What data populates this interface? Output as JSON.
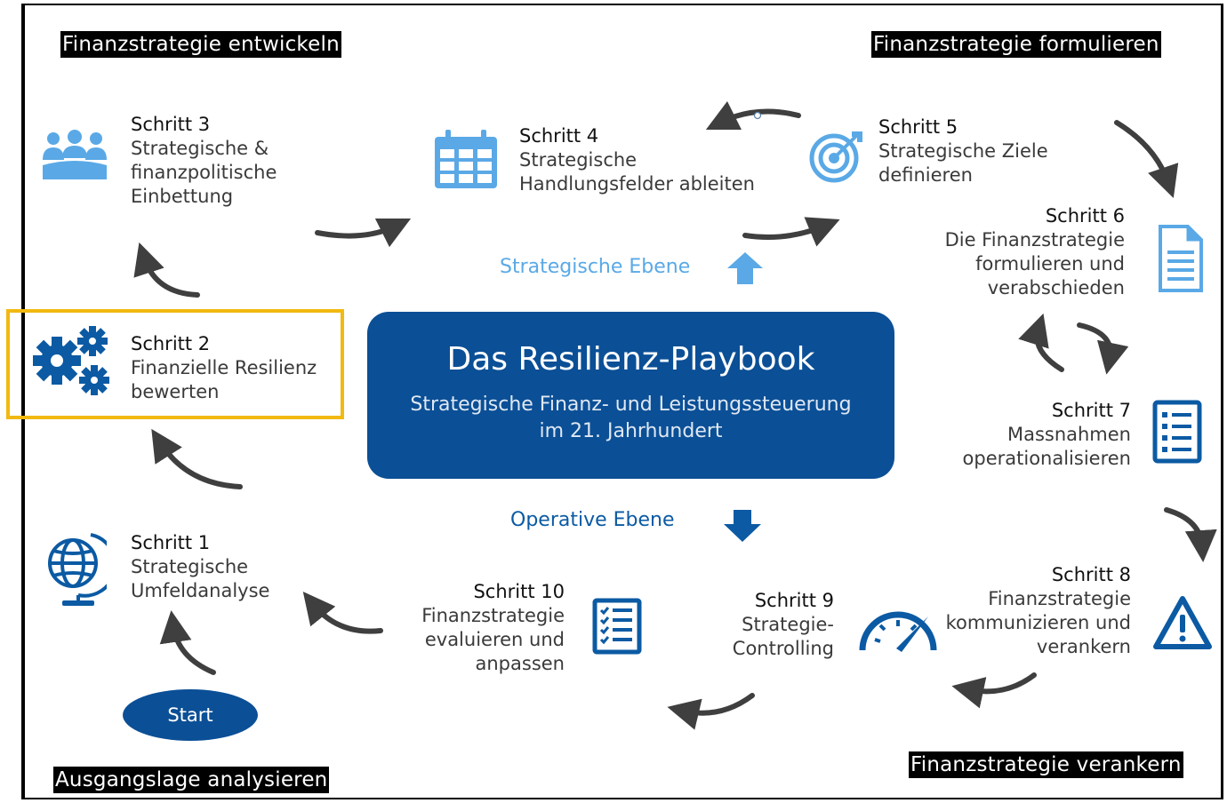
{
  "phases": {
    "develop": "Finanzstrategie entwickeln",
    "formulate": "Finanzstrategie formulieren",
    "analyze": "Ausgangslage analysieren",
    "anchor": "Finanzstrategie verankern"
  },
  "center": {
    "title": "Das Resilienz-Playbook",
    "subtitle_line1": "Strategische Finanz- und Leistungssteuerung",
    "subtitle_line2": "im 21. Jahrhundert"
  },
  "levels": {
    "strategic": "Strategische Ebene",
    "operative": "Operative Ebene"
  },
  "start_label": "Start",
  "steps": {
    "s1": {
      "num": "Schritt 1",
      "l1": "Strategische",
      "l2": "Umfeldanalyse",
      "icon": "globe-icon"
    },
    "s2": {
      "num": "Schritt 2",
      "l1": "Finanzielle Resilienz",
      "l2": "bewerten",
      "icon": "gears-icon"
    },
    "s3": {
      "num": "Schritt 3",
      "l1": "Strategische &",
      "l2": "finanzpolitische",
      "l3": "Einbettung",
      "icon": "group-icon"
    },
    "s4": {
      "num": "Schritt 4",
      "l1": "Strategische",
      "l2": "Handlungsfelder ableiten",
      "icon": "calendar-icon"
    },
    "s5": {
      "num": "Schritt 5",
      "l1": "Strategische Ziele",
      "l2": "definieren",
      "icon": "target-icon"
    },
    "s6": {
      "num": "Schritt 6",
      "l1": "Die Finanzstrategie",
      "l2": "formulieren und",
      "l3": "verabschieden",
      "icon": "document-icon"
    },
    "s7": {
      "num": "Schritt 7",
      "l1": "Massnahmen",
      "l2": "operationalisieren",
      "icon": "checklist-icon"
    },
    "s8": {
      "num": "Schritt 8",
      "l1": "Finanzstrategie",
      "l2": "kommunizieren und",
      "l3": "verankern",
      "icon": "warning-icon"
    },
    "s9": {
      "num": "Schritt 9",
      "l1": "Strategie-",
      "l2": "Controlling",
      "icon": "speedometer-icon"
    },
    "s10": {
      "num": "Schritt 10",
      "l1": "Finanzstrategie",
      "l2": "evaluieren und",
      "l3": "anpassen",
      "icon": "tasklist-icon"
    }
  },
  "colors": {
    "dark_blue": "#0b4f96",
    "light_blue": "#5aa9e6",
    "highlight": "#f1b911",
    "arrow": "#3f3f3f"
  }
}
